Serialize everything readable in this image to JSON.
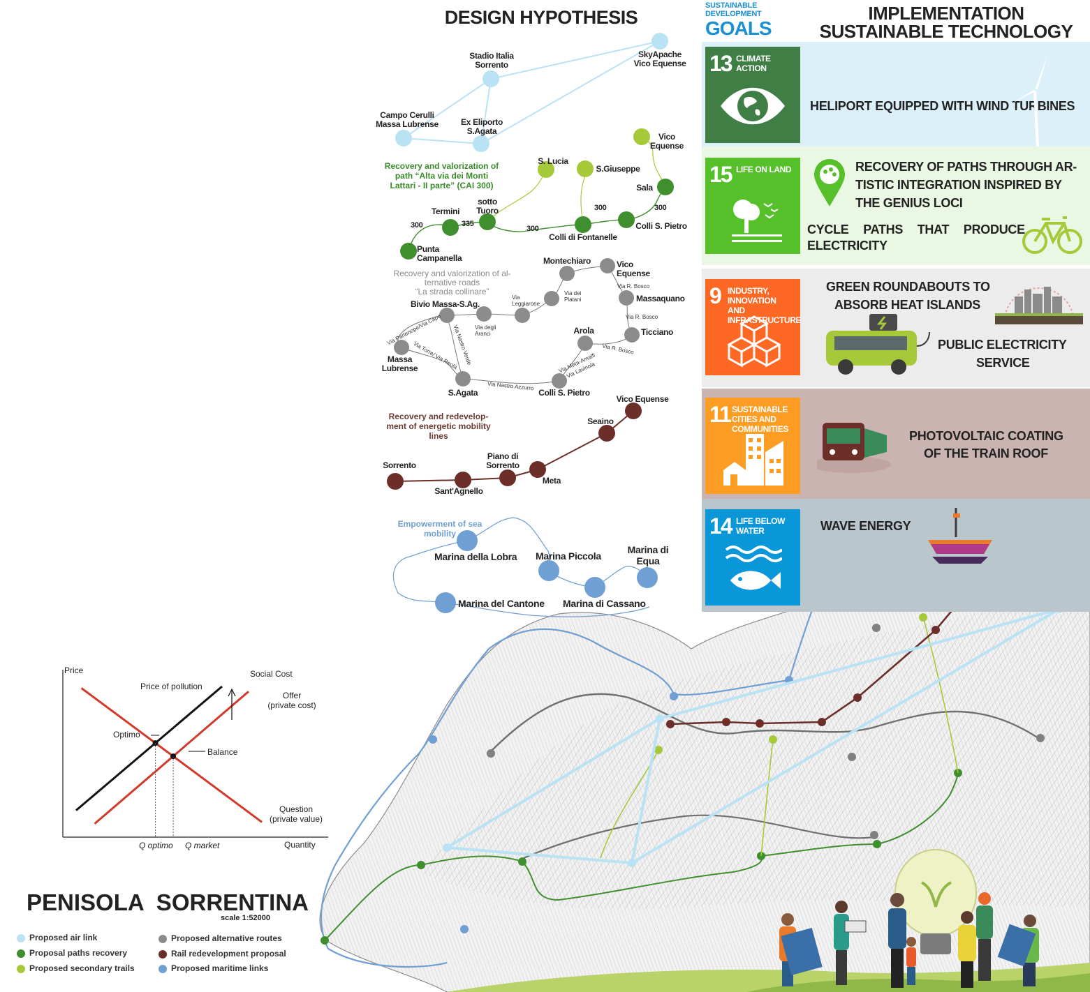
{
  "titles": {
    "design_hypothesis": "DESIGN HYPOTHESIS",
    "implementation_line1": "IMPLEMENTATION",
    "implementation_line2": "SUSTAINABLE TECHNOLOGY",
    "sdg_logo_line1": "SUSTAINABLE",
    "sdg_logo_line2": "DEVELOPMENT",
    "sdg_logo_line3": "GOALS"
  },
  "colors": {
    "air": "#b9e3f5",
    "paths": "#3f8f2e",
    "secondary": "#a6c93a",
    "alternative": "#8c8c8c",
    "rail": "#6b2e28",
    "maritime": "#6f9fd3",
    "sdg13": "#3f7e44",
    "sdg15": "#56c02b",
    "sdg9": "#fd6925",
    "sdg11": "#fd9d24",
    "sdg14": "#0a97d9"
  },
  "goals": [
    {
      "number": "13",
      "label": "CLIMATE ACTION",
      "icon": "eye-globe-icon",
      "texts": [
        "HELIPORT EQUIPPED WITH WIND TURBINES"
      ]
    },
    {
      "number": "15",
      "label": "LIFE ON LAND",
      "icon": "tree-birds-icon",
      "texts": [
        "RECOVERY OF PATHS THROUGH AR-",
        "TISTIC INTEGRATION INSPIRED BY",
        "THE GENIUS LOCI",
        "CYCLE PATHS THAT PRODUCE",
        "ELECTRICITY"
      ]
    },
    {
      "number": "9",
      "label": "INDUSTRY, INNOVATION AND INFRASTRUCTURE",
      "icon": "cubes-icon",
      "texts": [
        "GREEN ROUNDABOUTS TO",
        "ABSORB HEAT ISLANDS",
        "PUBLIC ELECTRICITY",
        "SERVICE"
      ]
    },
    {
      "number": "11",
      "label": "SUSTAINABLE CITIES AND COMMUNITIES",
      "icon": "city-icon",
      "texts": [
        "PHOTOVOLTAIC COATING",
        "OF THE TRAIN ROOF"
      ]
    },
    {
      "number": "14",
      "label": "LIFE BELOW WATER",
      "icon": "fish-waves-icon",
      "texts": [
        "WAVE ENERGY"
      ]
    }
  ],
  "air_links": {
    "nodes": [
      "Stadio Italia",
      "Sorrento",
      "SkyApache",
      "Vico Equense",
      "Campo Cerulli",
      "Massa Lubrense",
      "Ex Eliporto",
      "S.Agata"
    ]
  },
  "paths_recovery": {
    "section_title": [
      "Recovery and valorization of",
      "path “Alta via dei Monti",
      "Lattari - II parte” (CAI 300)"
    ],
    "nodes": [
      "S. Lucia",
      "S.Giuseppe",
      "Vico",
      "Equense",
      "Sala",
      "sotto",
      "Tuoro",
      "Termini",
      "Colli di Fontanelle",
      "Colli S. Pietro",
      "Punta",
      "Campanella"
    ],
    "path_numbers": [
      "300",
      "335",
      "300",
      "300",
      "300"
    ]
  },
  "alternative_roads": {
    "section_title": [
      "Recovery and valorization of al-",
      "ternative roads",
      "“La strada collinare”"
    ],
    "nodes": [
      "Montechiaro",
      "Vico Equense",
      "Massaquano",
      "Ticciano",
      "Arola",
      "Bivio Massa-S.Ag.",
      "Massa",
      "Lubrense",
      "S.Agata",
      "Colli S. Pietro"
    ],
    "street_names": [
      "Via R. Bosco",
      "Via R. Bosco",
      "Via R. Bosco",
      "Via dei Platani",
      "Via Leggiarone",
      "Via degli Aranci",
      "Via Partenope/Via Capo",
      "Via Nastro Verde",
      "Via Torre/ Via Reola",
      "Via Nastro Azzurro",
      "Via Meta-Amalfi",
      "Via Lavinola"
    ]
  },
  "rail_lines": {
    "section_title": [
      "Recovery and redevelop-",
      "ment of energetic mobility",
      "lines"
    ],
    "nodes": [
      "Vico Equense",
      "Seaino",
      "Piano di",
      "Sorrento",
      "Meta",
      "Sorrento",
      "Sant'Agnello"
    ]
  },
  "sea_mobility": {
    "section_title": [
      "Empowerment of sea",
      "mobility"
    ],
    "nodes": [
      "Marina della Lobra",
      "Marina Piccola",
      "Marina di",
      "Equa",
      "Marina del Cantone",
      "Marina di Cassano"
    ]
  },
  "chart_data": {
    "type": "line",
    "ylabel": "Price",
    "xlabel": "Quantity",
    "series": [
      {
        "name": "Social Cost",
        "points": [
          [
            0.5,
            1.6
          ],
          [
            6,
            9
          ]
        ]
      },
      {
        "name": "Offer",
        "sub": "(private cost)",
        "points": [
          [
            1.2,
            0.8
          ],
          [
            7,
            8.7
          ]
        ]
      },
      {
        "name": "Question",
        "sub": "(private value)",
        "points": [
          [
            0.7,
            8.9
          ],
          [
            7.5,
            0.9
          ]
        ]
      }
    ],
    "annotations": [
      "Price of pollution",
      "Optimo",
      "Balance"
    ],
    "x_ticks": [
      "Q optimo",
      "Q market"
    ]
  },
  "map": {
    "title": "PENISOLA  SORRENTINA",
    "scale": "scale 1:52000"
  },
  "legend": [
    {
      "label": "Proposed air link",
      "color": "#b9e3f5"
    },
    {
      "label": "Proposal paths recovery",
      "color": "#3f8f2e"
    },
    {
      "label": "Proposed secondary trails",
      "color": "#a6c93a"
    },
    {
      "label": "Proposed alternative routes",
      "color": "#8c8c8c"
    },
    {
      "label": "Rail redevelopment proposal",
      "color": "#6b2e28"
    },
    {
      "label": "Proposed maritime links",
      "color": "#6f9fd3"
    }
  ]
}
